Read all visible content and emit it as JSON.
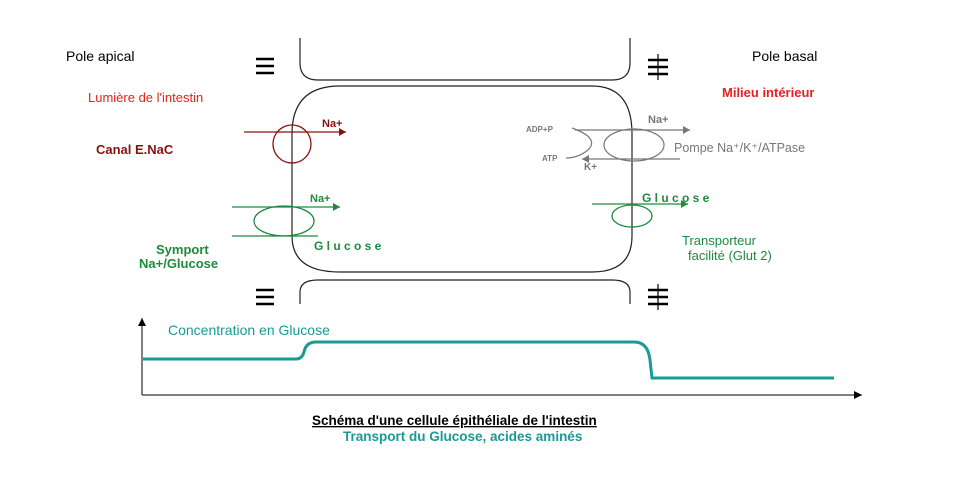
{
  "labels": {
    "pole_apical": "Pole apical",
    "pole_basal": "Pole basal",
    "lumiere": "Lumière de l'intestin",
    "milieu": "Milieu intérieur",
    "canal": "Canal E.NaC",
    "na_canal": "Na+",
    "na_symport": "Na+",
    "glucose_symport": "G l u c o s e",
    "symport_line1": "Symport",
    "symport_line2": "Na+/Glucose",
    "adp": "ADP+P",
    "atp": "ATP",
    "na_pump": "Na+",
    "k_pump": "K+",
    "pompe": "Pompe Na⁺/K⁺/ATPase",
    "glucose_basal": "G l u c o s e",
    "transporteur_line1": "Transporteur",
    "transporteur_line2": "facilité (Glut 2)",
    "concentration": "Concentration en Glucose",
    "caption_title": "Schéma d'une cellule épithéliale de l'intestin",
    "caption_subtitle": "Transport du Glucose, acides aminés"
  },
  "colors": {
    "black": "#000000",
    "red": "#e8201e",
    "dark_red": "#8a1010",
    "green": "#1e8a3c",
    "gray": "#777777",
    "teal": "#189a96"
  }
}
